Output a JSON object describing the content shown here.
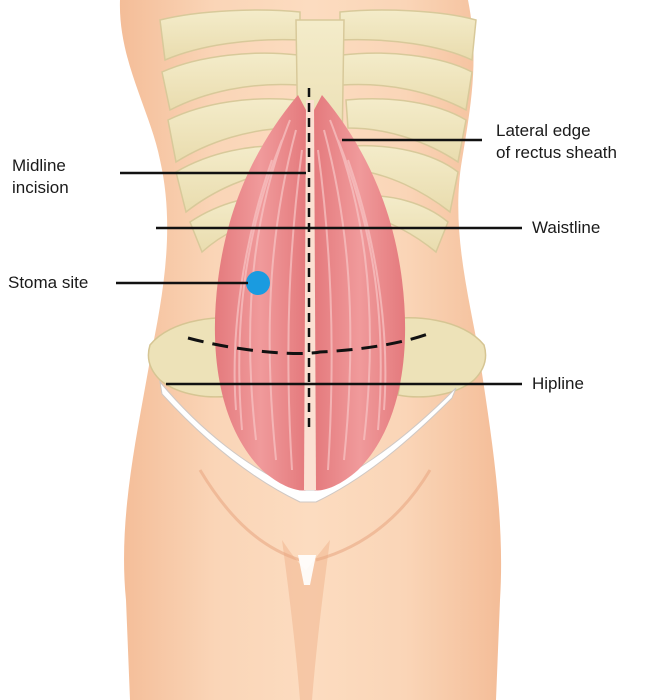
{
  "labels": {
    "lateral_edge": [
      "Lateral edge",
      "of rectus sheath"
    ],
    "midline": [
      "Midline",
      "incision"
    ],
    "waistline": "Waistline",
    "stoma": "Stoma site",
    "hipline": "Hipline"
  },
  "colors": {
    "skin": "#f9cfae",
    "skin_shadow": "#f0b690",
    "bone": "#f1e7c0",
    "bone_edge": "#d8c99a",
    "muscle": "#e88a8c",
    "muscle_light": "#f6b6b6",
    "stoma": "#1a9be0",
    "line": "#111111"
  }
}
